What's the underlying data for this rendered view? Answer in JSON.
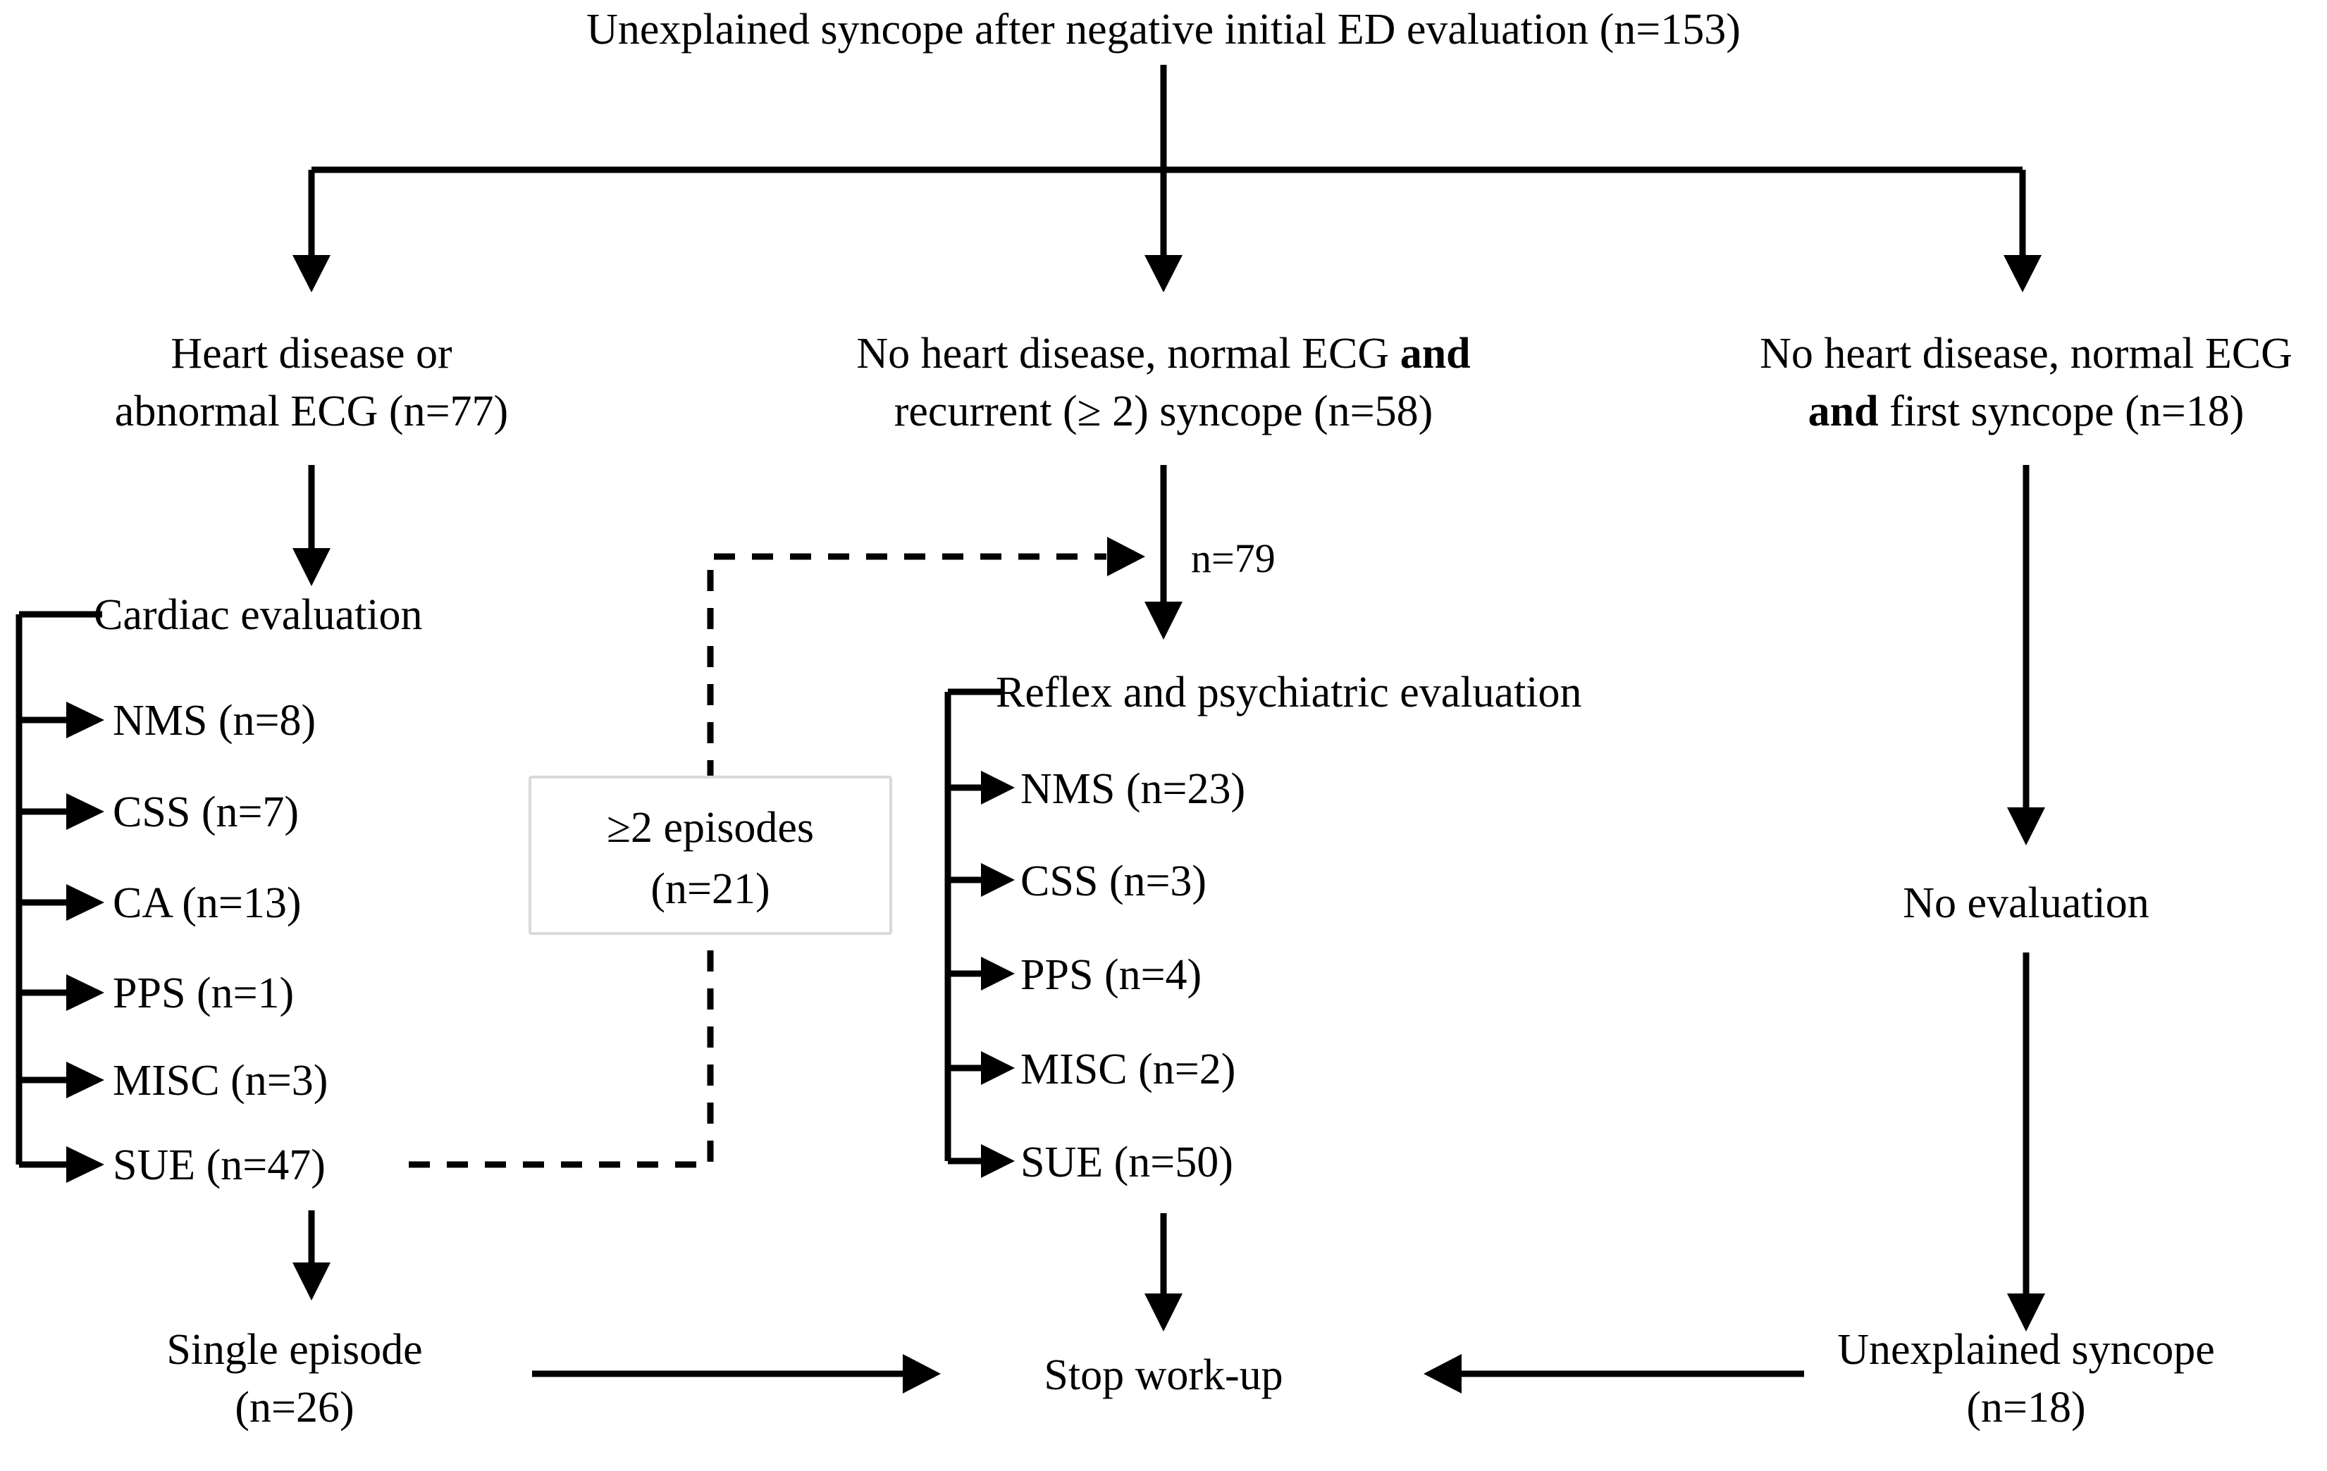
{
  "figure": {
    "title": "Unexplained syncope after negative initial ED evaluation (n=153)",
    "background_color": "#ffffff",
    "line_color": "#000000",
    "box_border_color": "#d9d9d9"
  },
  "branches": {
    "left": {
      "label_line1": "Heart disease or",
      "label_line2": "abnormal ECG (n=77)",
      "evaluation_header": "Cardiac evaluation",
      "items": [
        {
          "label": "NMS (n=8)"
        },
        {
          "label": "CSS (n=7)"
        },
        {
          "label": "CA (n=13)"
        },
        {
          "label": "PPS (n=1)"
        },
        {
          "label": "MISC (n=3)"
        },
        {
          "label": "SUE (n=47)"
        }
      ],
      "outcome_line1": "Single episode",
      "outcome_line2": "(n=26)"
    },
    "middle": {
      "label_line1_a": "No heart disease, normal ECG ",
      "label_line1_b": "and",
      "label_line2": "recurrent (≥ 2) syncope (n=58)",
      "merge_count": "n=79",
      "evaluation_header": "Reflex and psychiatric evaluation",
      "items": [
        {
          "label": "NMS (n=23)"
        },
        {
          "label": "CSS (n=3)"
        },
        {
          "label": "PPS (n=4)"
        },
        {
          "label": "MISC (n=2)"
        },
        {
          "label": "SUE (n=50)"
        }
      ],
      "outcome": "Stop work-up"
    },
    "right": {
      "label_line1": "No heart disease, normal ECG",
      "label_line2_a": "and",
      "label_line2_b": " first syncope (n=18)",
      "evaluation": "No evaluation",
      "outcome_line1": "Unexplained syncope",
      "outcome_line2": "(n=18)"
    }
  },
  "recurrence_box": {
    "line1": "≥2 episodes",
    "line2": "(n=21)"
  }
}
